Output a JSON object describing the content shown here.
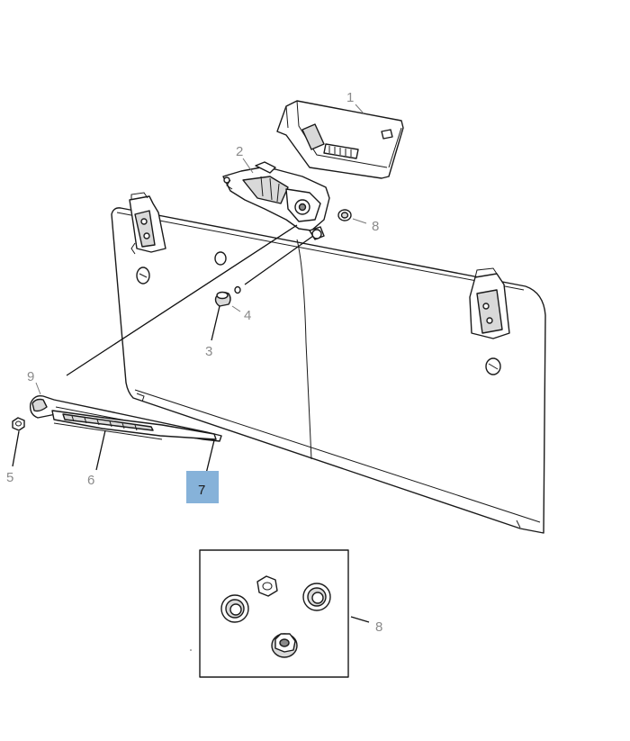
{
  "callouts": {
    "c1": "1",
    "c2": "2",
    "c3": "3",
    "c4": "4",
    "c5": "5",
    "c6": "6",
    "c7": "7",
    "c8_top": "8",
    "c8_box": "8",
    "c9": "9"
  },
  "highlight": {
    "part": "7",
    "color": "#86b2d9"
  },
  "colors": {
    "line": "#1a1a1a",
    "callout_text": "#8a8a8a",
    "background": "#ffffff"
  }
}
